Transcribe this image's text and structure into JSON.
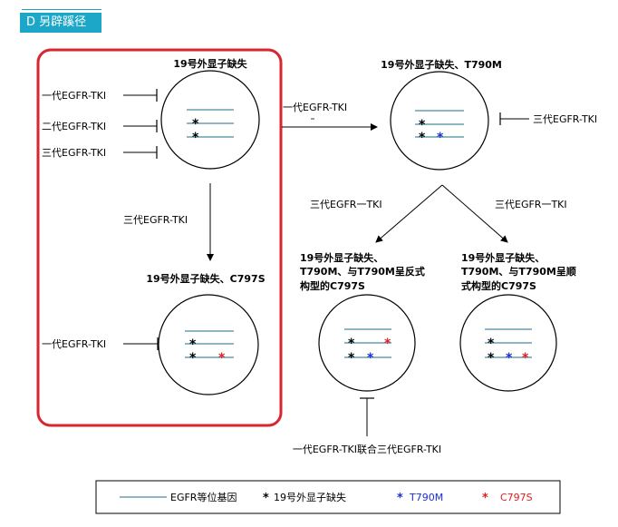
{
  "section": {
    "label": "D 另辟蹊径"
  },
  "nodes": {
    "n1": {
      "title": "19号外显子缺失",
      "inhibitors": [
        "一代EGFR-TKI",
        "二代EGFR-TKI",
        "三代EGFR-TKI"
      ]
    },
    "n2": {
      "title": "19号外显子缺失、C797S",
      "inhibitors": [
        "一代EGFR-TKI"
      ]
    },
    "n3": {
      "title": "19号外显子缺失、T790M",
      "inhibitors": [
        "三代EGFR-TKI"
      ]
    },
    "n4": {
      "title_lines": [
        "19号外显子缺失、",
        "T790M、与T790M呈反式",
        "构型的C797S"
      ]
    },
    "n5": {
      "title_lines": [
        "19号外显子缺失、",
        "T790M、与T790M呈顺",
        "式构型的C797S"
      ]
    }
  },
  "arrows": {
    "n1_to_n2": "三代EGFR-TKI",
    "n1_to_n3": "一代EGFR-TKI",
    "n3_to_n4": "三代EGFR一TKI",
    "n3_to_n5": "三代EGFR一TKI"
  },
  "combo_inhibitor": "一代EGFR-TKI联合三代EGFR-TKI",
  "legend": {
    "gene_label": "EGFR等位基因",
    "del19_label": "19号外显子缺失",
    "t790m_label": "T790M",
    "c797s_label": "C797S",
    "marker": "*"
  },
  "colors": {
    "accent": "#1ca6c8",
    "frame": "#d9262f",
    "gene_line": "#4a8aa0",
    "del19": "#000000",
    "t790m": "#1a2fd0",
    "c797s": "#e02020"
  }
}
